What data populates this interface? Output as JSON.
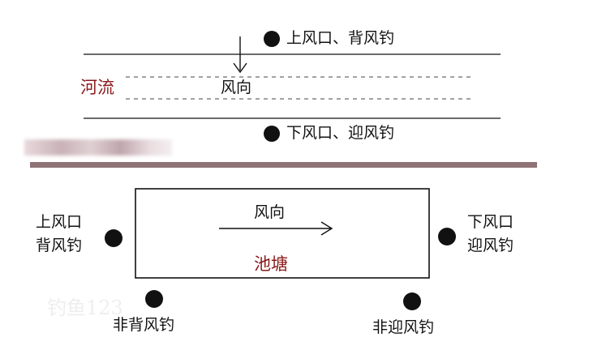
{
  "river": {
    "upwind_label": "上风口、背风钓",
    "downwind_label": "下风口、迎风钓",
    "wind_label": "风向",
    "river_label": "河流"
  },
  "pond": {
    "upwind_label_line1": "上风口",
    "upwind_label_line2": "背风钓",
    "downwind_label_line1": "下风口",
    "downwind_label_line2": "迎风钓",
    "wind_label": "风向",
    "pond_label": "池塘",
    "non_back_label": "非背风钓",
    "non_facing_label": "非迎风钓"
  },
  "colors": {
    "ink": "#111111",
    "accent_red": "#8b1a1a",
    "divider": "#8f7376"
  },
  "icons": {
    "spot_marker": "filled-circle-icon",
    "wind_arrow": "arrow-icon"
  }
}
